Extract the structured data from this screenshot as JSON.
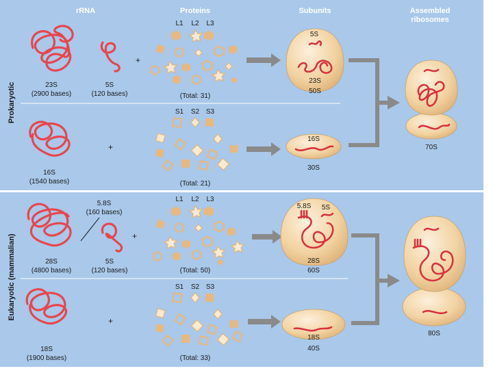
{
  "headers": {
    "rrna": "rRNA",
    "proteins": "Proteins",
    "subunits": "Subunits",
    "assembled_line1": "Assembled",
    "assembled_line2": "ribosomes"
  },
  "prokaryotic": {
    "side_label": "Prokaryotic",
    "large": {
      "rrna_a_name": "23S",
      "rrna_a_bases": "(2900 bases)",
      "rrna_b_name": "5S",
      "rrna_b_bases": "(120 bases)",
      "plus": "+",
      "protein_l1": "L1",
      "protein_l2": "L2",
      "protein_l3": "L3",
      "protein_total": "(Total: 31)",
      "subunit_rna_top": "5S",
      "subunit_rna_bottom": "23S",
      "subunit_name": "50S"
    },
    "small": {
      "rrna_name": "16S",
      "rrna_bases": "(1540 bases)",
      "plus": "+",
      "protein_s1": "S1",
      "protein_s2": "S2",
      "protein_s3": "S3",
      "protein_total": "(Total: 21)",
      "subunit_rna": "16S",
      "subunit_name": "30S"
    },
    "ribosome_name": "70S"
  },
  "eukaryotic": {
    "side_label": "Eukaryotic (mammalian)",
    "large": {
      "rrna_a_name": "28S",
      "rrna_a_bases": "(4800 bases)",
      "rrna_c_name": "5.8S",
      "rrna_c_bases": "(160 bases)",
      "rrna_b_name": "5S",
      "rrna_b_bases": "(120 bases)",
      "plus": "+",
      "protein_l1": "L1",
      "protein_l2": "L2",
      "protein_l3": "L3",
      "protein_total": "(Total: 50)",
      "subunit_rna_a": "5.8S",
      "subunit_rna_b": "5S",
      "subunit_rna_bottom": "28S",
      "subunit_name": "60S"
    },
    "small": {
      "rrna_name": "18S",
      "rrna_bases": "(1900 bases)",
      "plus": "+",
      "protein_s1": "S1",
      "protein_s2": "S2",
      "protein_s3": "S3",
      "protein_total": "(Total: 33)",
      "subunit_rna": "18S",
      "subunit_name": "40S"
    },
    "ribosome_name": "80S"
  },
  "colors": {
    "panel_background": "#a9c8ea",
    "rrna_strand": "#e8464c",
    "protein": "#e8b87e",
    "subunit": "#f2d3a2",
    "arrow": "#8a8a8a"
  }
}
